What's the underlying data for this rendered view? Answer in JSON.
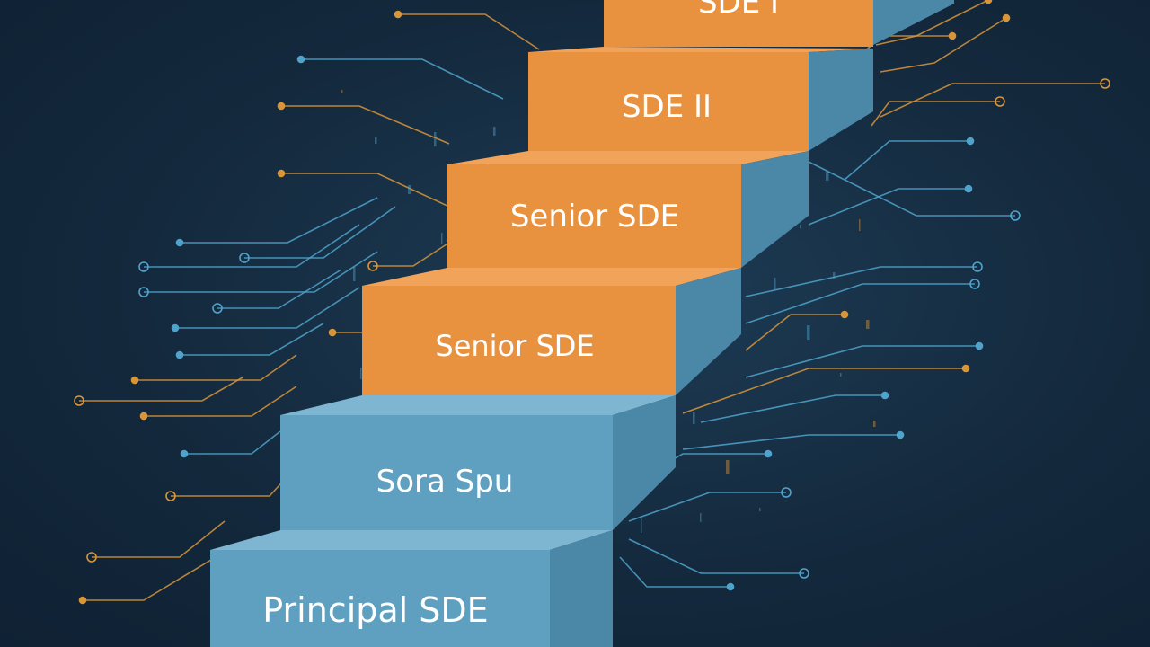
{
  "colors": {
    "background": "#14293d",
    "circuit_blue": "#4fa3cc",
    "circuit_orange": "#d9953a",
    "step_orange_front": "#e8923f",
    "step_orange_top": "#f2a35a",
    "step_blue_front": "#5f9fc0",
    "step_blue_top": "#7eb6d2",
    "step_side": "#4b87a7",
    "label_text": "#ffffff"
  },
  "steps": [
    {
      "label": "SDE I",
      "color": "orange"
    },
    {
      "label": "SDE II",
      "color": "orange"
    },
    {
      "label": "Senior SDE",
      "color": "orange"
    },
    {
      "label": "Senior SDE",
      "color": "orange"
    },
    {
      "label": "Sora Spu",
      "color": "blue"
    },
    {
      "label": "Principal SDE",
      "color": "blue"
    }
  ]
}
